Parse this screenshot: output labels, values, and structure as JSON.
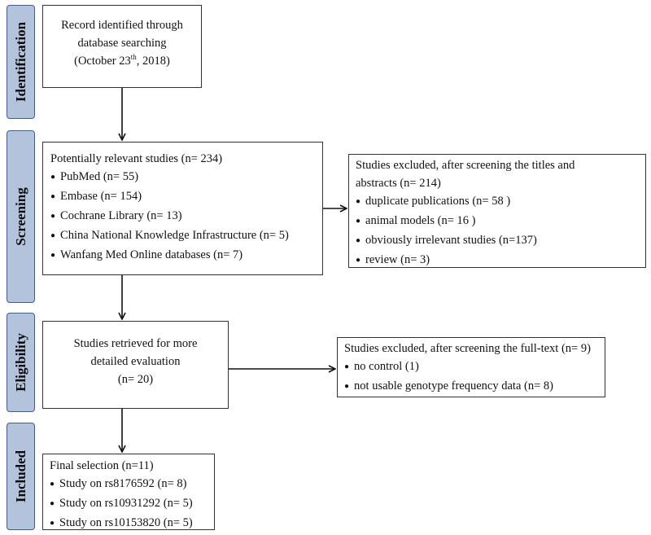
{
  "phases": [
    {
      "id": "identification",
      "label": "Identification"
    },
    {
      "id": "screening",
      "label": "Screening"
    },
    {
      "id": "eligibility",
      "label": "Eligibility"
    },
    {
      "id": "included",
      "label": "Included"
    }
  ],
  "identification_box": {
    "line1": "Record identified through",
    "line2": "database searching",
    "line3_pre": "(October 23",
    "line3_sup": "th",
    "line3_post": ", 2018)"
  },
  "screening_box": {
    "heading": "Potentially relevant studies (n= 234)",
    "items": [
      "PubMed (n= 55)",
      "Embase (n= 154)",
      "Cochrane Library (n= 13)",
      "China National Knowledge Infrastructure (n= 5)",
      "Wanfang Med Online databases (n= 7)"
    ]
  },
  "screening_excluded_box": {
    "heading_line1": "Studies excluded, after screening the titles and",
    "heading_line2": "abstracts (n= 214)",
    "items": [
      "duplicate publications (n= 58 )",
      "animal models (n= 16 )",
      "obviously irrelevant studies (n=137)",
      "review (n= 3)"
    ]
  },
  "eligibility_box": {
    "line1": "Studies retrieved for more",
    "line2": "detailed evaluation",
    "line3": "(n= 20)"
  },
  "eligibility_excluded_box": {
    "heading": "Studies excluded, after screening the full-text  (n= 9)",
    "items": [
      "no control (1)",
      "not usable genotype frequency data (n= 8)"
    ]
  },
  "included_box": {
    "heading": "Final selection (n=11)",
    "items": [
      "Study on rs8176592 (n= 8)",
      "Study on rs10931292 (n= 5)",
      "Study on rs10153820 (n= 5)"
    ]
  },
  "colors": {
    "phase_fill": "#b3c3dc",
    "phase_border": "#3b5f95",
    "box_border": "#333333",
    "arrow": "#111111"
  }
}
